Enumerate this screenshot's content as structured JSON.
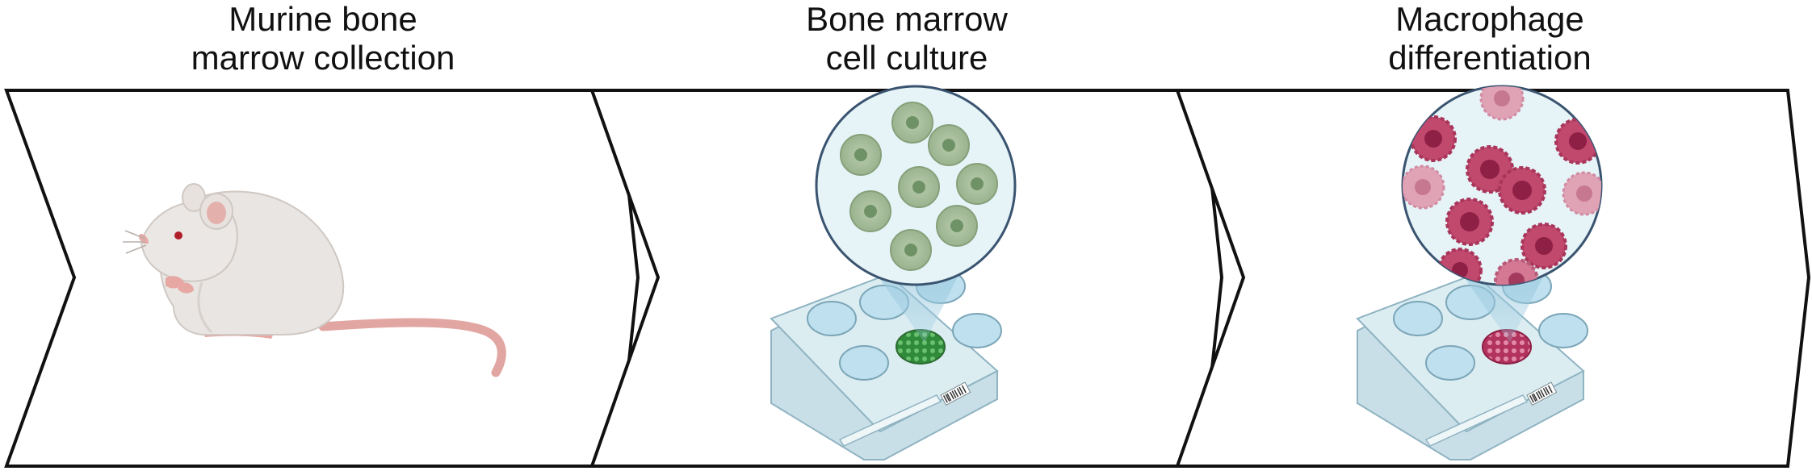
{
  "steps": [
    {
      "title_line1": "Murine bone",
      "title_line2": "marrow collection"
    },
    {
      "title_line1": "Bone marrow",
      "title_line2": "cell culture"
    },
    {
      "title_line1": "Macrophage",
      "title_line2": "differentiation"
    }
  ],
  "icons": [
    "mouse-icon",
    "culture-plate-icon",
    "magnifier-icon",
    "cell-icon"
  ],
  "colors": {
    "outline": "#111111",
    "bm_cell_fill": "#a9bf9e",
    "bm_cell_nucleus": "#6f9166",
    "macrophage_fill": "#c2496e",
    "macrophage_nucleus": "#8e1f45",
    "macrophage_faded": "#e0a3b6",
    "circle_bg": "#e6f4f8",
    "circle_edge": "#3a5470"
  }
}
